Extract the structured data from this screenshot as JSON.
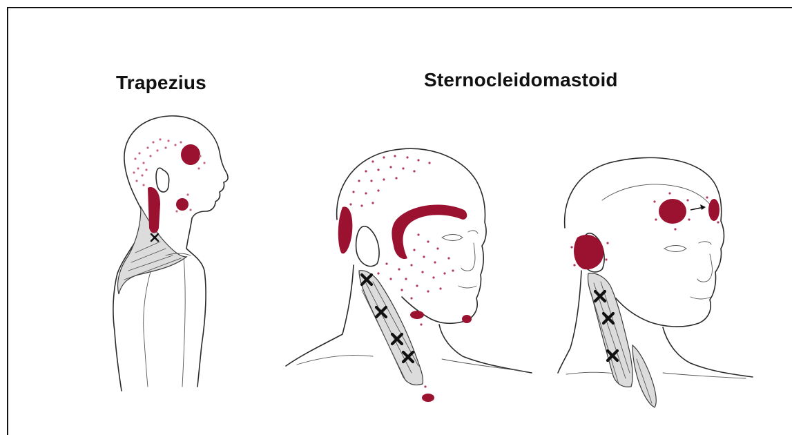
{
  "labels": {
    "trapezius": "Trapezius",
    "sternocleidomastoid": "Sternocleidomastoid"
  },
  "colors": {
    "referred_pain": "#9b1230",
    "outline": "#2a2a2a",
    "trigger_point": "#111111",
    "frame": "#111111"
  },
  "figures": [
    {
      "name": "trapezius-profile",
      "trigger_points": 1
    },
    {
      "name": "scm-sternal-division",
      "trigger_points": 4
    },
    {
      "name": "scm-clavicular-division",
      "trigger_points": 3
    }
  ]
}
